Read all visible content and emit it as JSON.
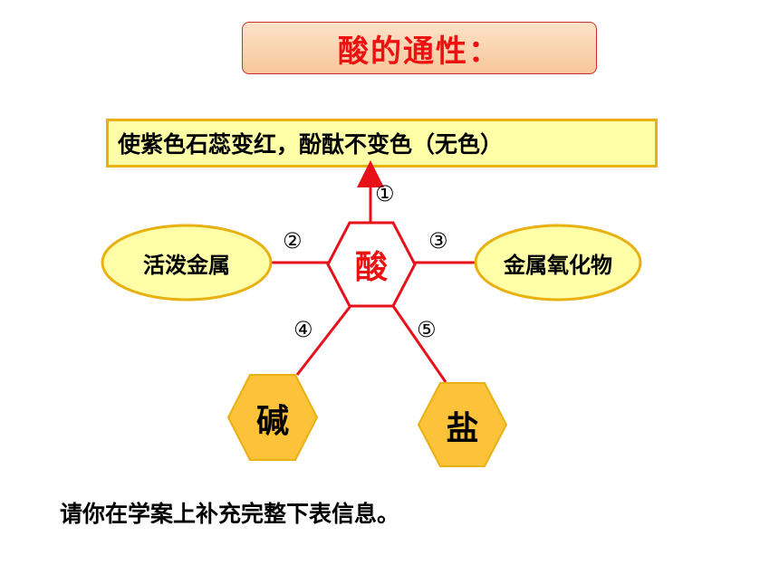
{
  "title": "酸的通性：",
  "property_1": "使紫色石蕊变红，酚酞不变色（无色）",
  "center": "酸",
  "nodes": {
    "active_metal": "活泼金属",
    "metal_oxide": "金属氧化物",
    "base": "碱",
    "salt": "盐"
  },
  "numbers": {
    "n1": "①",
    "n2": "②",
    "n3": "③",
    "n4": "④",
    "n5": "⑤"
  },
  "note": "请你在学案上补充完整下表信息。",
  "colors": {
    "title_text": "#ee1111",
    "line": "#e8111a",
    "hex_fill": "#fbc23a",
    "ellipse_fill": "#ffffa8",
    "box_border": "#e8b010"
  }
}
